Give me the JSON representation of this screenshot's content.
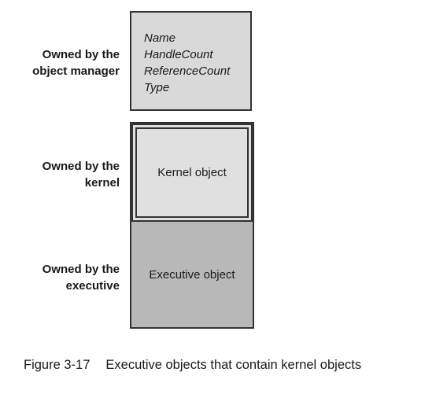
{
  "labels": {
    "object_manager": "Owned by the\nobject manager",
    "kernel": "Owned by the\nkernel",
    "executive": "Owned by the\nexecutive"
  },
  "header_fields": [
    "Name",
    "HandleCount",
    "ReferenceCount",
    "Type"
  ],
  "kernel_object": "Kernel object",
  "executive_object": "Executive object",
  "caption": {
    "number": "Figure 3-17",
    "text": "Executive objects that contain kernel objects"
  },
  "colors": {
    "header_fill": "#d9d9d9",
    "kernel_fill": "#e0e0e0",
    "executive_fill": "#b8b8b8",
    "border": "#333333"
  }
}
